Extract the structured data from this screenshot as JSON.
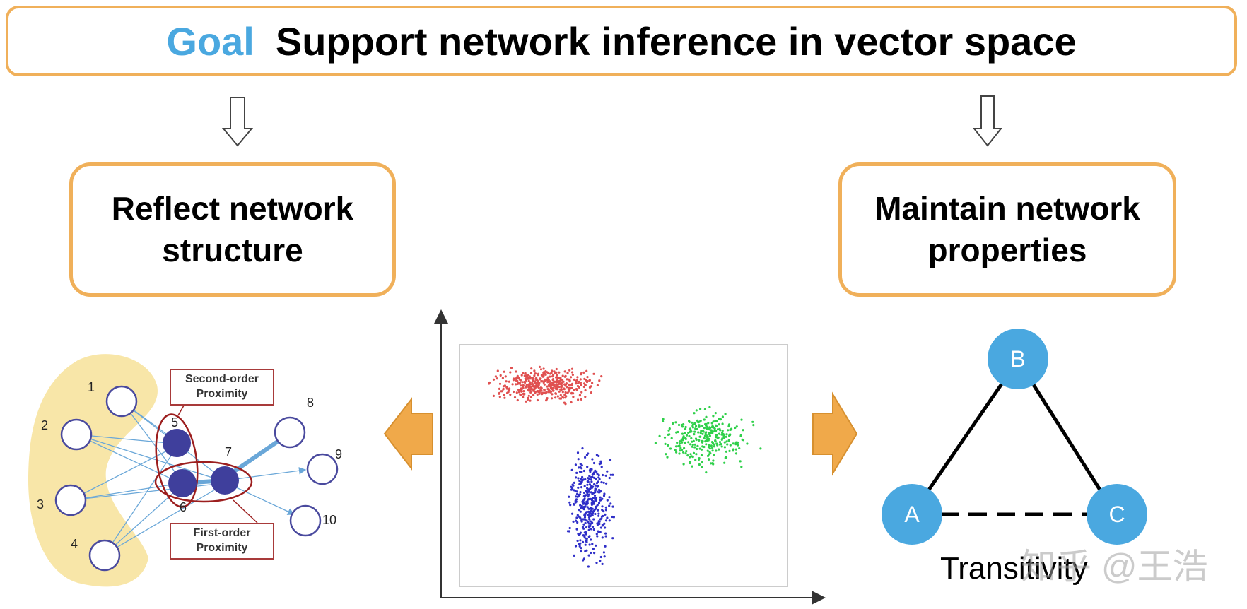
{
  "header": {
    "goal_word": "Goal",
    "goal_text": "Support network inference in vector space"
  },
  "boxes": {
    "left_line1": "Reflect network",
    "left_line2": "structure",
    "right_line1": "Maintain network",
    "right_line2": "properties"
  },
  "graph": {
    "node_labels": [
      "1",
      "2",
      "3",
      "4",
      "5",
      "6",
      "7",
      "8",
      "9",
      "10"
    ],
    "second_order_line1": "Second-order",
    "second_order_line2": "Proximity",
    "first_order_line1": "First-order",
    "first_order_line2": "Proximity"
  },
  "triangle": {
    "node_a": "A",
    "node_b": "B",
    "node_c": "C",
    "caption": "Transitivity"
  },
  "watermark": "知乎 @王浩",
  "colors": {
    "accent_orange": "#f0b05a",
    "goal_blue": "#4aa8e0",
    "node_fill": "#3f3f9c",
    "node_outline": "#4a4a9e",
    "ellipse_red": "#9c1e1e",
    "highlight_yellow": "#f8e6a8",
    "triangle_blue": "#4aa8e0",
    "scatter_red": "#e05050",
    "scatter_green": "#2fd04a",
    "scatter_blue": "#2f2fc8"
  }
}
